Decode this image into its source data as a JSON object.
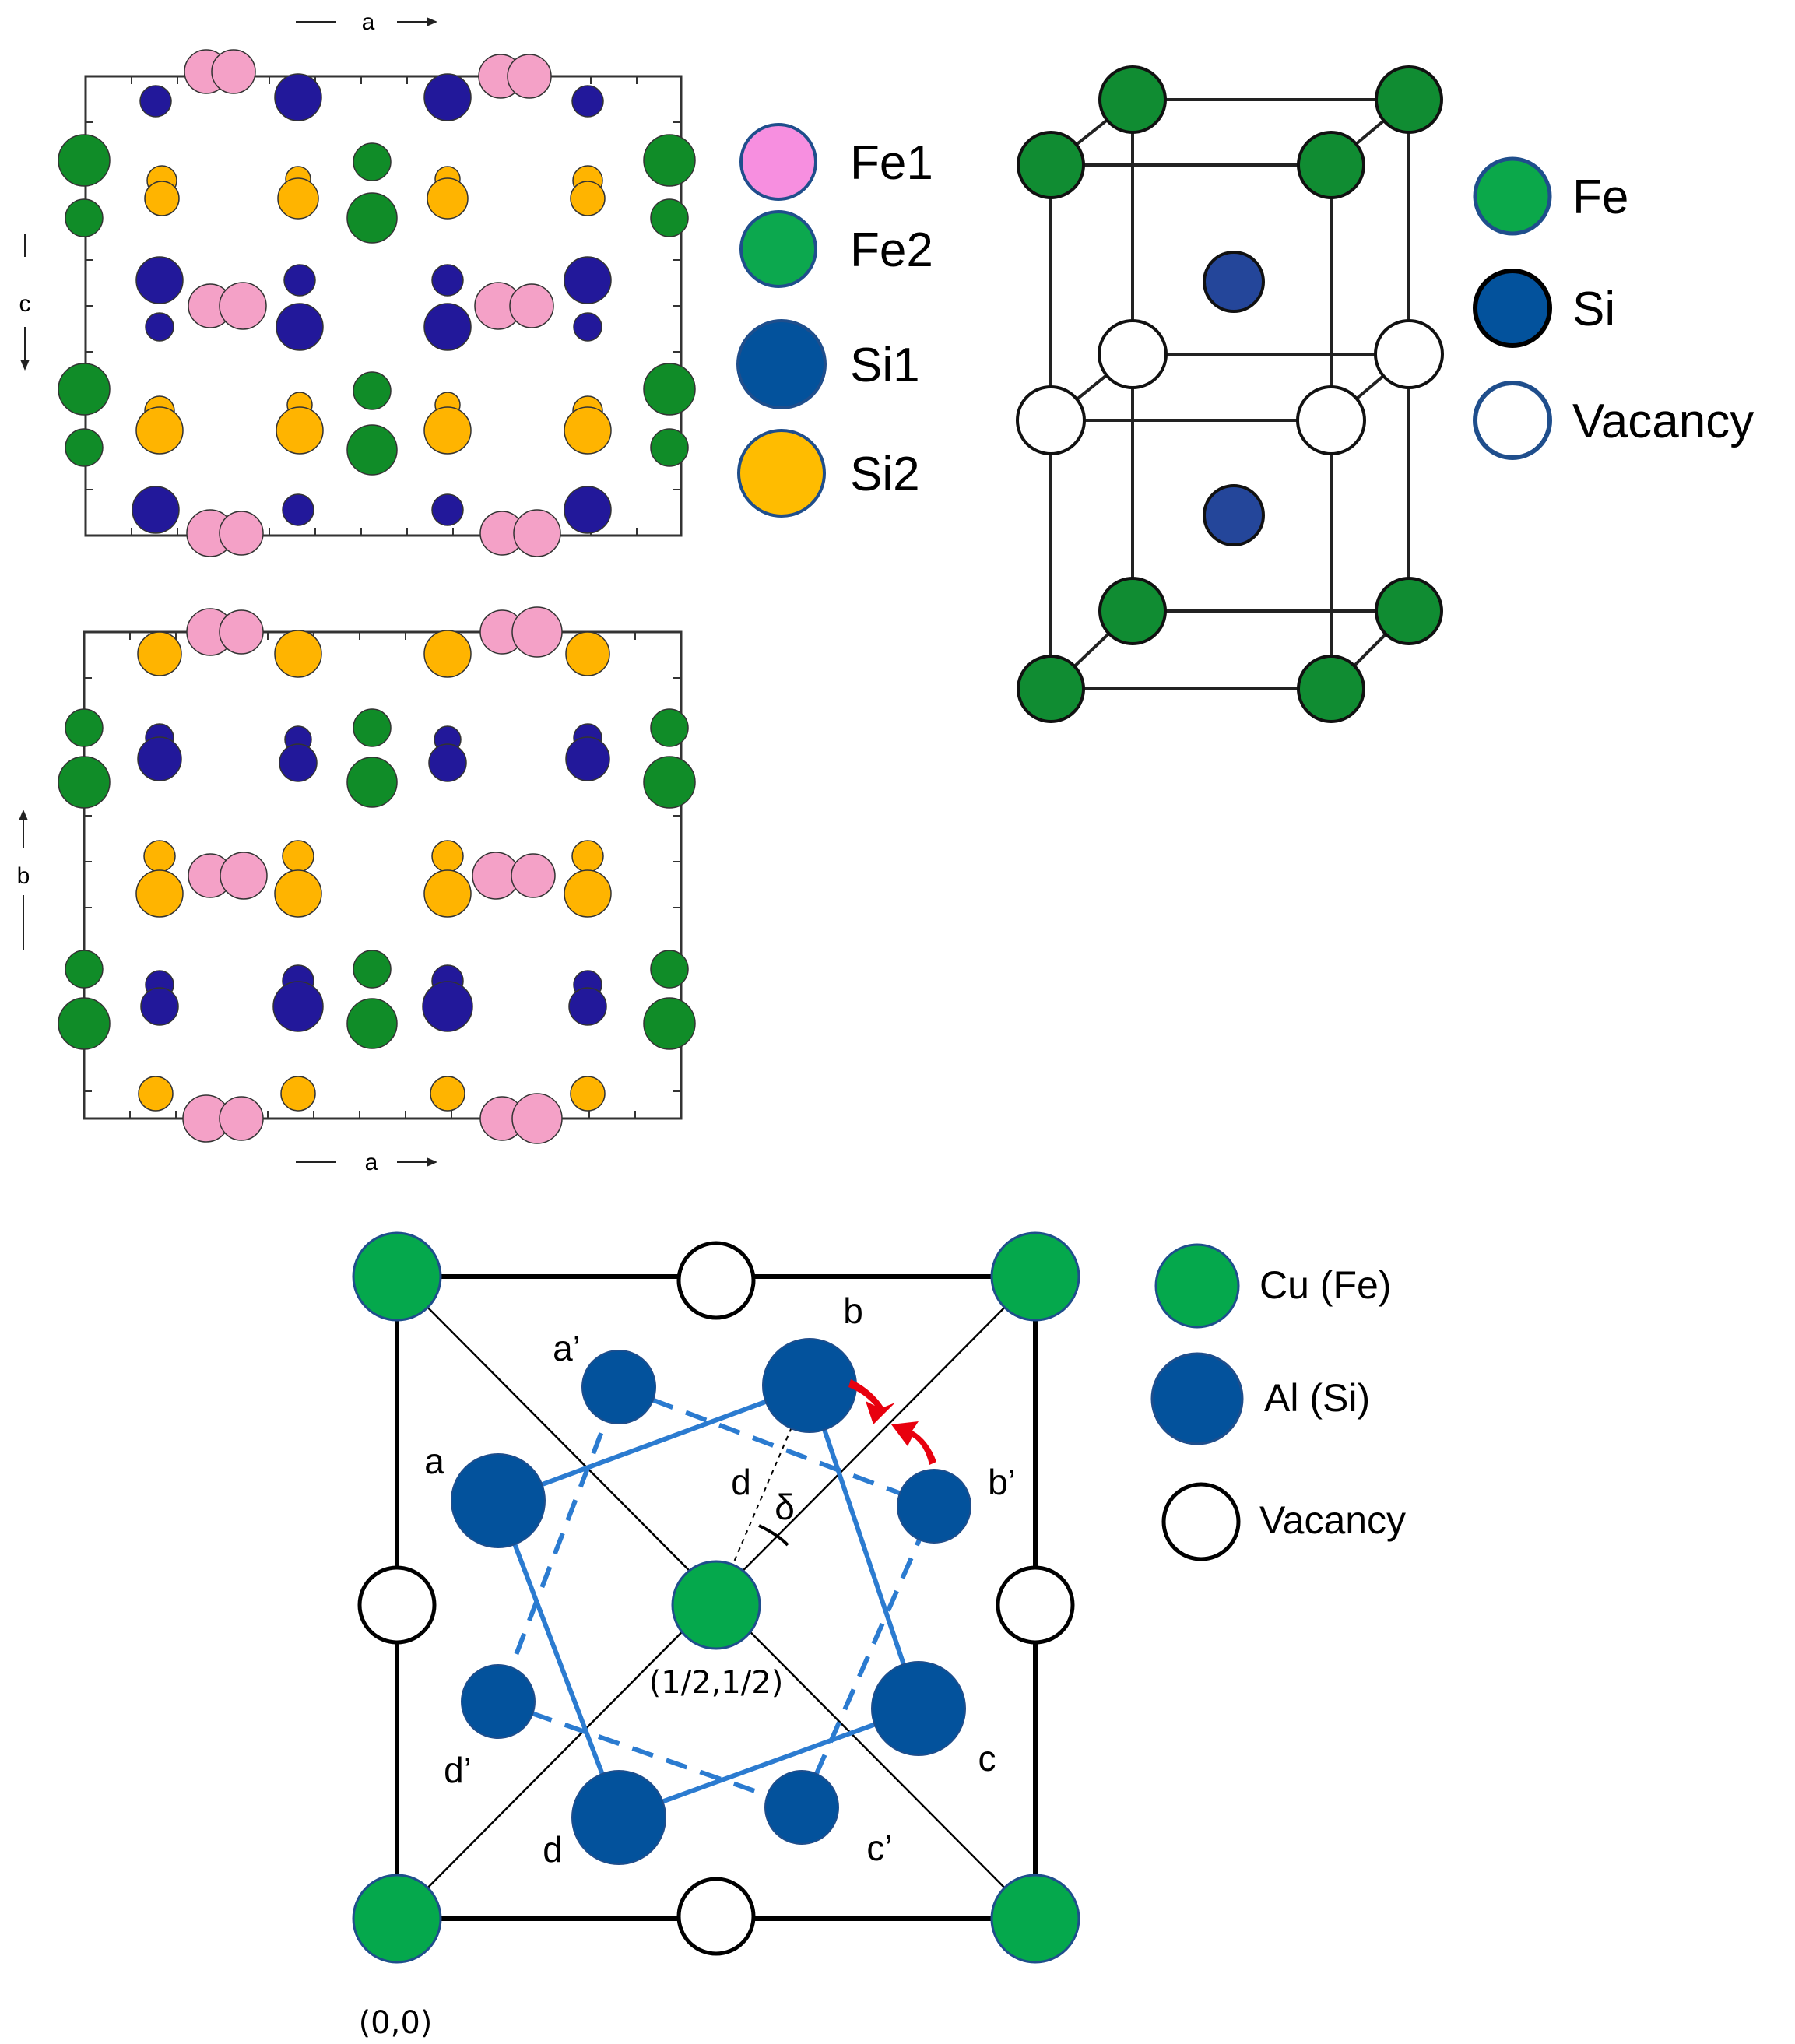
{
  "panel_top_left": {
    "view_ac": {
      "axis_horizontal": "a",
      "axis_vertical": "c"
    },
    "view_ab": {
      "axis_horizontal": "a",
      "axis_vertical": "b"
    },
    "legend": [
      {
        "label": "Fe1",
        "color": "#f78fe0"
      },
      {
        "label": "Fe2",
        "color": "#0ca84e"
      },
      {
        "label": "Si1",
        "color": "#03529c"
      },
      {
        "label": "Si2",
        "color": "#ffbc00"
      }
    ],
    "atom_colors": {
      "Fe1": "#f4a1c7",
      "Fe2": "#108c28",
      "Si1": "#22189a",
      "Si2": "#ffb400"
    }
  },
  "panel_top_right": {
    "legend": [
      {
        "label": "Fe",
        "color": "#0ba84a"
      },
      {
        "label": "Si",
        "color": "#03529c"
      },
      {
        "label": "Vacancy",
        "color": "#ffffff"
      }
    ],
    "atom_colors": {
      "Fe": "#108c32",
      "Si": "#24469a",
      "Vacancy": "#ffffff"
    }
  },
  "panel_bottom": {
    "legend": [
      {
        "label": "Cu (Fe)",
        "color": "#05a84c"
      },
      {
        "label": "Al (Si)",
        "color": "#03529c"
      },
      {
        "label": "Vacancy",
        "color": "#ffffff"
      }
    ],
    "site_labels": [
      "a",
      "b",
      "c",
      "d",
      "a’",
      "b’",
      "c’",
      "d’"
    ],
    "angle_label": "δ",
    "distance_label": "d",
    "center_coord": "(1/2,1/2)",
    "origin_coord": "(0,0)",
    "colors": {
      "square_line": "#2b7bd0",
      "arrow": "#e8000e"
    }
  }
}
